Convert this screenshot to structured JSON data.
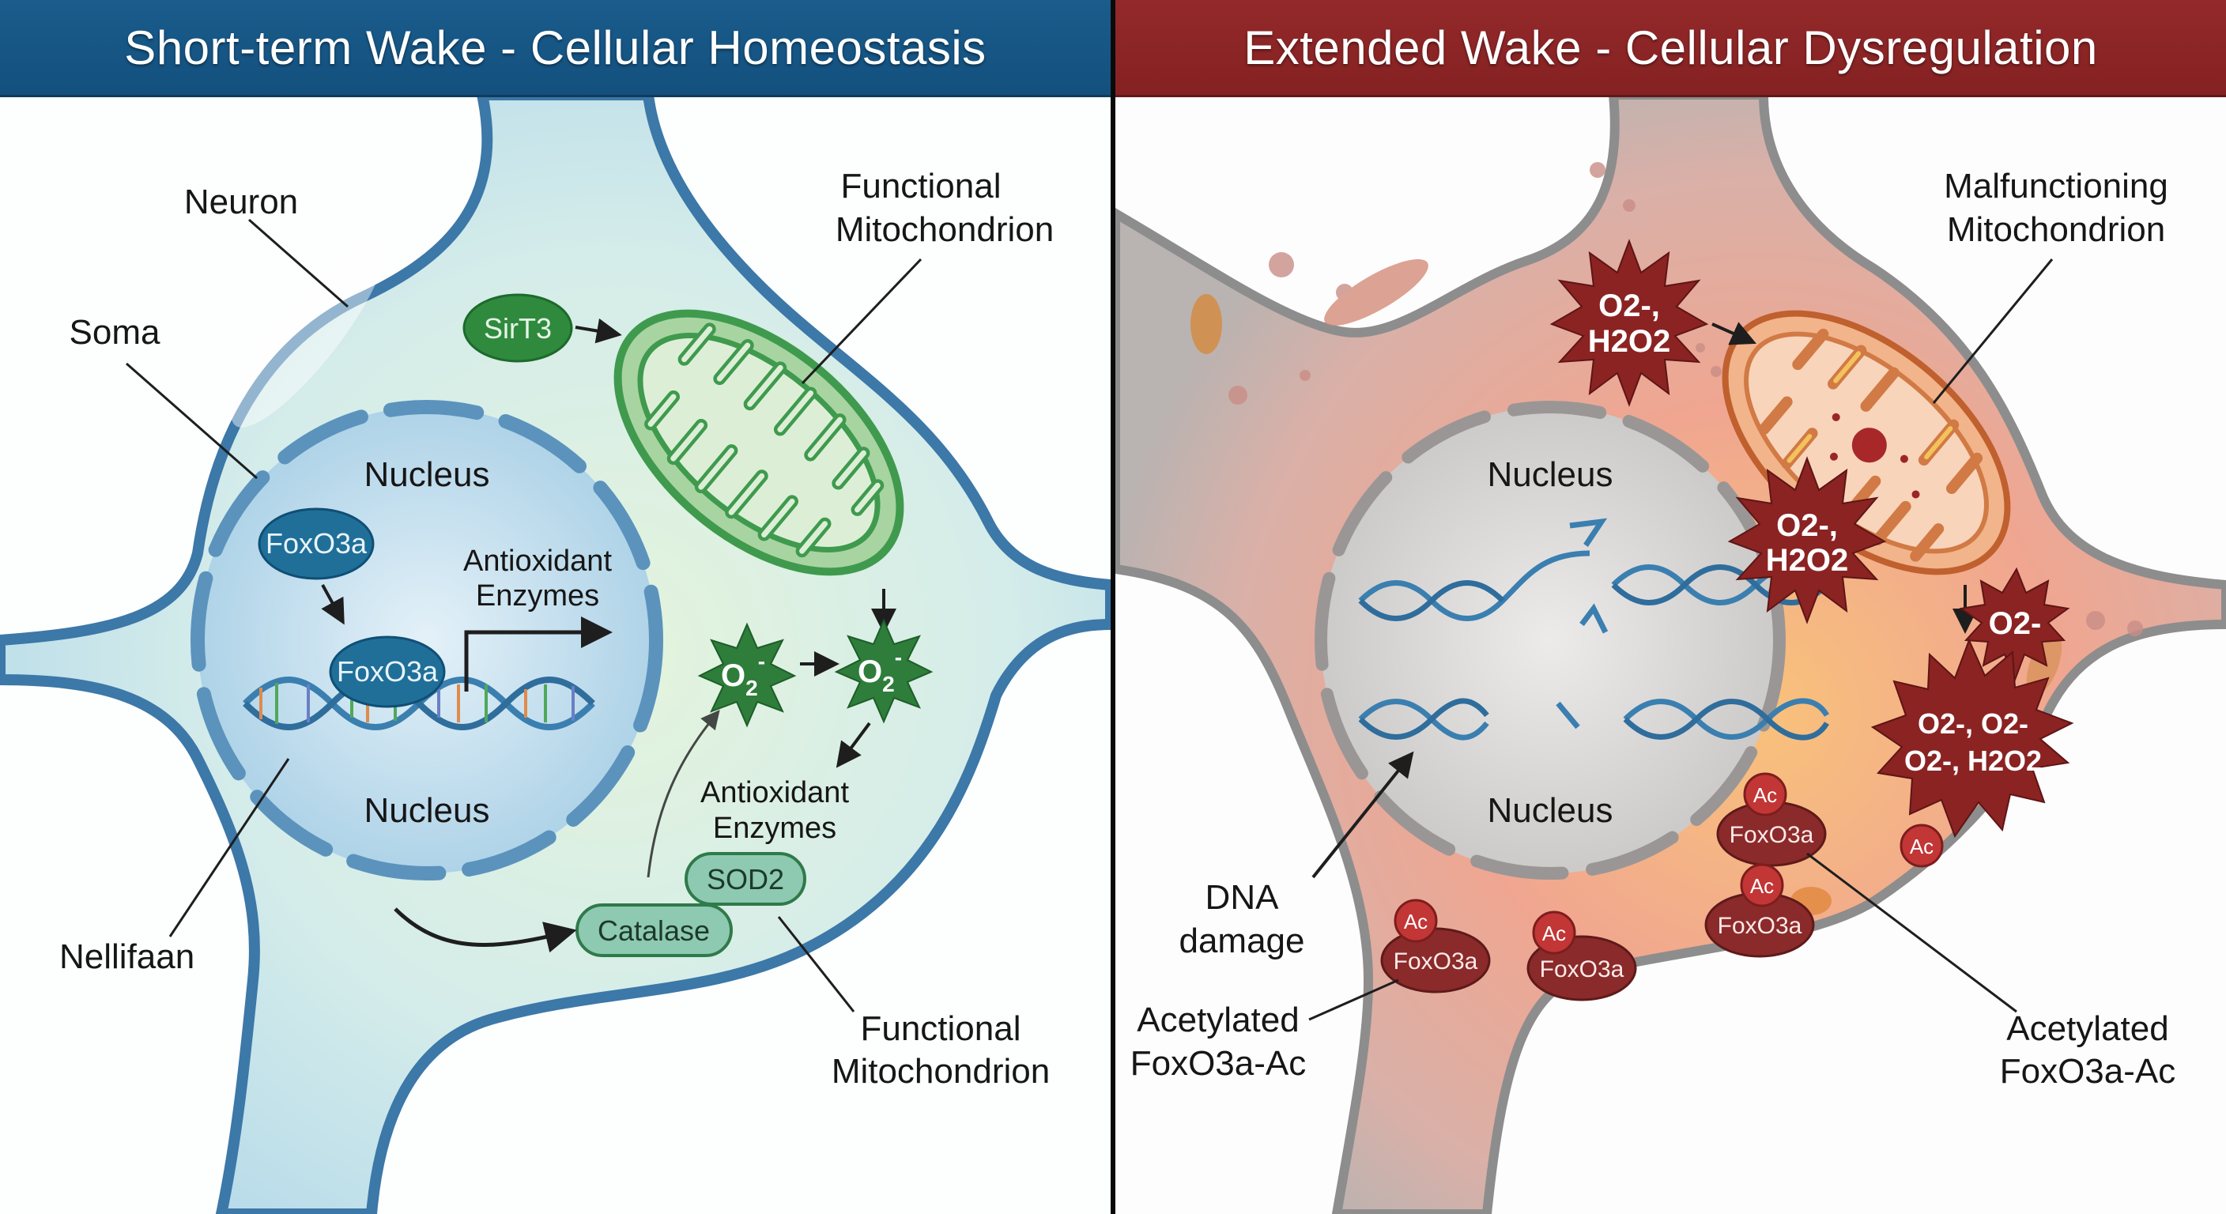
{
  "panels": {
    "left": {
      "title": "Short-term Wake - Cellular Homeostasis",
      "theme_color": "#155485",
      "labels": {
        "neuron": "Neuron",
        "soma": "Soma",
        "nucleus_top": "Nucleus",
        "nucleus_bottom": "Nucleus",
        "nellifaan": "Nellifaan",
        "antioxidant_enzymes_nuclear": [
          "Antioxidant",
          "Enzymes"
        ],
        "antioxidant_enzymes_cyto": [
          "Antioxidant",
          "Enzymes"
        ],
        "functional_mito_top": [
          "Functional",
          "Mitochondrion"
        ],
        "functional_mito_bottom": [
          "Functional",
          "Mitochondrion"
        ]
      },
      "molecules": {
        "sirt3": "SirT3",
        "foxo3a_free": "FoxO3a",
        "foxo3a_bound": "FoxO3a",
        "sod2": "SOD2",
        "catalase": "Catalase",
        "ros_1": {
          "base": "O",
          "sub": "2",
          "sup": "-"
        },
        "ros_2": {
          "base": "O",
          "sub": "2",
          "sup": "-"
        }
      },
      "colors": {
        "membrane": "#3c78a8",
        "cytoplasm": "#cfe9ef",
        "nucleus": "#bcdcec",
        "mitochondrion": "#3f9a4e",
        "ros": "#2e7d3a",
        "foxo3a": "#1f6f99"
      }
    },
    "right": {
      "title": "Extended Wake - Cellular Dysregulation",
      "theme_color": "#8e2526",
      "labels": {
        "malfunctioning_mito": [
          "Malfunctioning",
          "Mitochondrion"
        ],
        "nucleus_top": "Nucleus",
        "nucleus_bottom": "Nucleus",
        "dna_damage": [
          "DNA",
          "damage"
        ],
        "acetylated_left": [
          "Acetylated",
          "FoxO3a-Ac"
        ],
        "acetylated_right": [
          "Acetylated",
          "FoxO3a-Ac"
        ]
      },
      "ros": {
        "ros_a": [
          "O2-,",
          "H2O2"
        ],
        "ros_b": [
          "O2-,",
          "H2O2"
        ],
        "ros_c": [
          "O2-"
        ],
        "ros_d": [
          "O2-, O2-",
          "O2-, H2O2"
        ]
      },
      "acetyl": {
        "ac_label": "Ac",
        "foxo3a_label": "FoxO3a",
        "complexes": 4,
        "free_ac": 1
      },
      "colors": {
        "membrane": "#8d8d8d",
        "cytoplasm": "#e8b3a6",
        "stress_glow": "#f7b56b",
        "nucleus": "#dcdcdc",
        "mitochondrion": "#d97a45",
        "ros": "#8b2323",
        "acetyl": "#b83232"
      }
    }
  }
}
